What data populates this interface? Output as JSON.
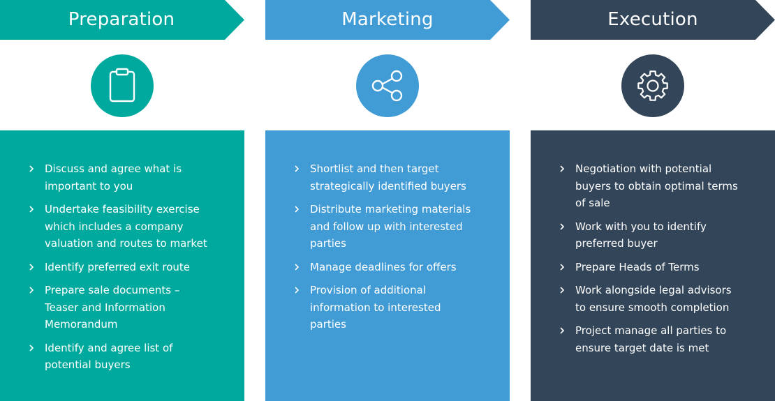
{
  "columns": [
    {
      "title": "Preparation",
      "color": "#00a99d",
      "icon": "clipboard-icon",
      "items": [
        [
          "Discuss and agree what is",
          "important to you"
        ],
        [
          "Undertake feasibility exercise",
          "which includes a company",
          "valuation and routes to market"
        ],
        [
          "Identify preferred exit route"
        ],
        [
          "Prepare sale documents –",
          "Teaser and Information",
          "Memorandum"
        ],
        [
          "Identify and agree list of",
          "potential buyers"
        ]
      ]
    },
    {
      "title": "Marketing",
      "color": "#419bd4",
      "icon": "share-icon",
      "items": [
        [
          "Shortlist and then target",
          "strategically identified buyers"
        ],
        [
          "Distribute marketing materials",
          "and follow up with interested",
          "parties"
        ],
        [
          "Manage deadlines for offers"
        ],
        [
          "Provision of additional",
          "information to interested",
          "parties"
        ]
      ]
    },
    {
      "title": "Execution",
      "color": "#334559",
      "icon": "gear-icon",
      "items": [
        [
          "Negotiation with potential",
          "buyers to obtain optimal terms",
          "of sale"
        ],
        [
          "Work with you to identify",
          "preferred buyer"
        ],
        [
          "Prepare Heads of Terms"
        ],
        [
          "Work alongside legal advisors",
          "to ensure smooth completion"
        ],
        [
          "Project manage all parties to",
          "ensure target date is met"
        ]
      ]
    }
  ]
}
